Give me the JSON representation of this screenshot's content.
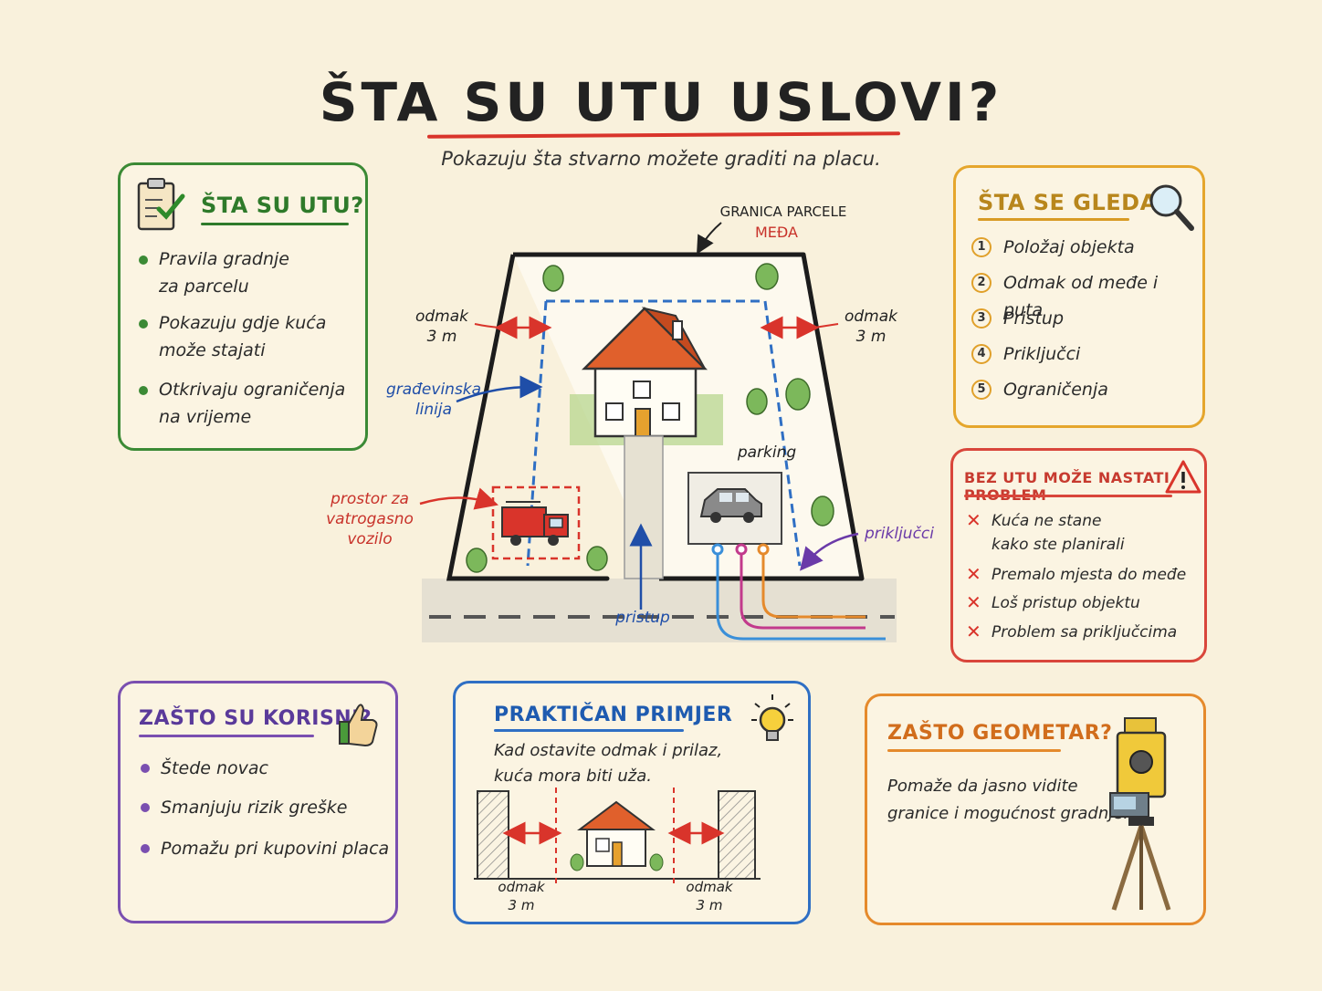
{
  "title": "ŠTA SU UTU USLOVI?",
  "subtitle": "Pokazuju šta stvarno možete graditi na placu.",
  "diagram": {
    "boundary_label": "GRANICA PARCELE",
    "boundary_sub": "MEĐA",
    "setback_left": [
      "odmak",
      "3 m"
    ],
    "setback_right": [
      "odmak",
      "3 m"
    ],
    "building_line": [
      "građevinska",
      "linija"
    ],
    "fire_space": [
      "prostor za",
      "vatrogasno",
      "vozilo"
    ],
    "parking": "parking",
    "utilities": "priključci",
    "access": "pristup"
  },
  "what": {
    "heading": "ŠTA SU UTU?",
    "items": [
      [
        "Pravila gradnje",
        "za parcelu"
      ],
      [
        "Pokazuju gdje kuća",
        "može stajati"
      ],
      [
        "Otkrivaju ograničenja",
        "na vrijeme"
      ]
    ]
  },
  "look": {
    "heading": "ŠTA SE GLEDA?",
    "items": [
      {
        "n": "1",
        "text": "Položaj objekta"
      },
      {
        "n": "2",
        "text": "Odmak od međe i puta"
      },
      {
        "n": "3",
        "text": "Pristup"
      },
      {
        "n": "4",
        "text": "Priključci"
      },
      {
        "n": "5",
        "text": "Ograničenja"
      }
    ]
  },
  "problem": {
    "heading": "BEZ UTU MOŽE NASTATI PROBLEM",
    "items": [
      [
        "Kuća ne stane",
        "kako ste planirali"
      ],
      [
        "Premalo mjesta do međe"
      ],
      [
        "Loš pristup objektu"
      ],
      [
        "Problem sa priključcima"
      ]
    ]
  },
  "why": {
    "heading": "ZAŠTO SU KORISNI?",
    "items": [
      "Štede novac",
      "Smanjuju rizik greške",
      "Pomažu pri kupovini placa"
    ]
  },
  "example": {
    "heading": "PRAKTIČAN PRIMJER",
    "text": [
      "Kad ostavite odmak i prilaz,",
      "kuća mora biti uža."
    ],
    "left": [
      "odmak",
      "3 m"
    ],
    "right": [
      "odmak",
      "3 m"
    ]
  },
  "geo": {
    "heading": "ZAŠTO GEOMETAR?",
    "text": [
      "Pomaže da jasno vidite",
      "granice i mogućnost gradnje."
    ]
  },
  "colors": {
    "green": "#3b8a35",
    "yellow": "#e5a62c",
    "red": "#d9463b",
    "purple": "#7a4fb0",
    "blue": "#2f6fc4",
    "orange": "#e58a2c"
  }
}
